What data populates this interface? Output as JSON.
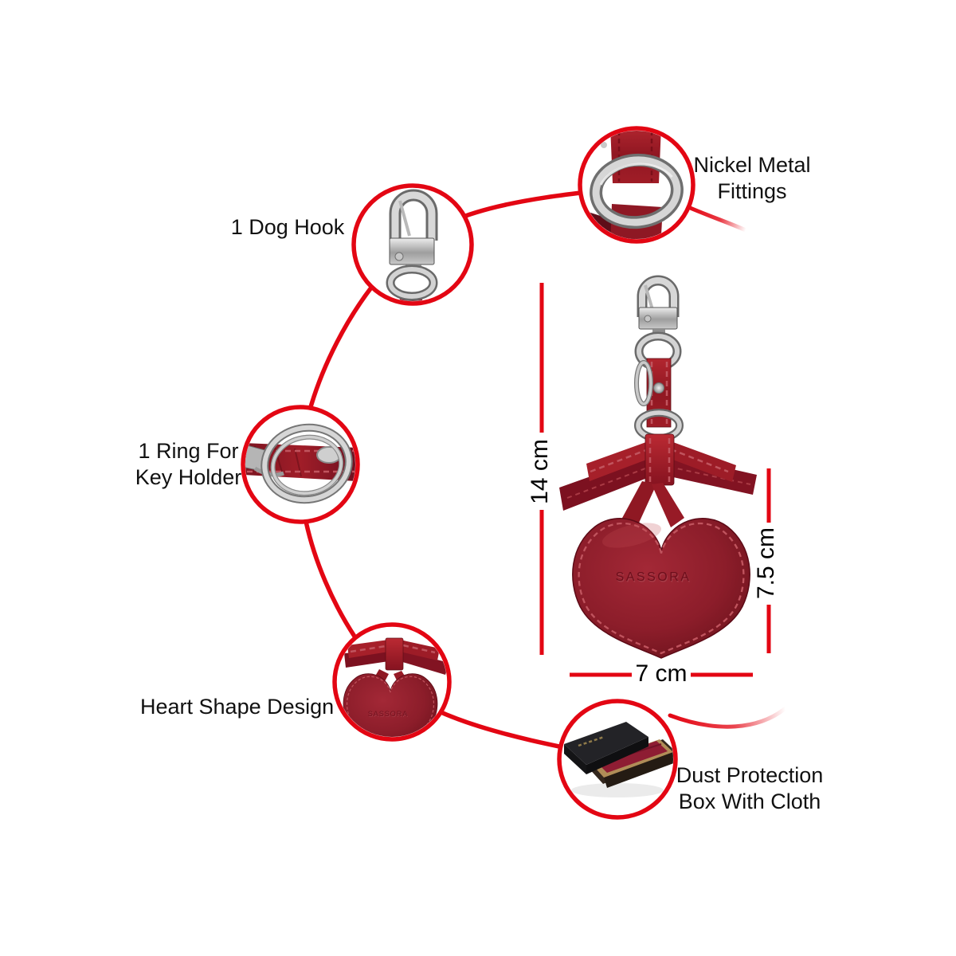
{
  "figure": {
    "type": "product-feature-infographic",
    "background": "#ffffff"
  },
  "colors": {
    "accent_red": "#e30613",
    "label_text": "#111111",
    "leather_red": "#a6202a",
    "leather_dark": "#771522",
    "heart_red": "#8c1d2a",
    "metal_gray": "#d9d9d9",
    "box_black": "#232327",
    "box_gold": "#b08d57",
    "cloth_red": "#8e1d33"
  },
  "callouts": {
    "dog_hook": {
      "label": "1 Dog Hook",
      "icon": "dog-hook-clasp-photo"
    },
    "nickel_fittings": {
      "line1": "Nickel Metal",
      "line2": "Fittings",
      "icon": "nickel-ring-photo"
    },
    "key_ring": {
      "line1": "1 Ring For",
      "line2": "Key Holder",
      "icon": "key-ring-photo"
    },
    "heart_shape": {
      "label": "Heart Shape Design",
      "icon": "heart-charm-photo"
    },
    "dust_box": {
      "line1": "Dust Protection",
      "line2": "Box With Cloth",
      "icon": "gift-box-photo"
    }
  },
  "dimensions": {
    "total_height": "14 cm",
    "heart_height": "7.5 cm",
    "heart_width": "7 cm"
  },
  "product": {
    "embossed_brand": "SASSORA"
  }
}
